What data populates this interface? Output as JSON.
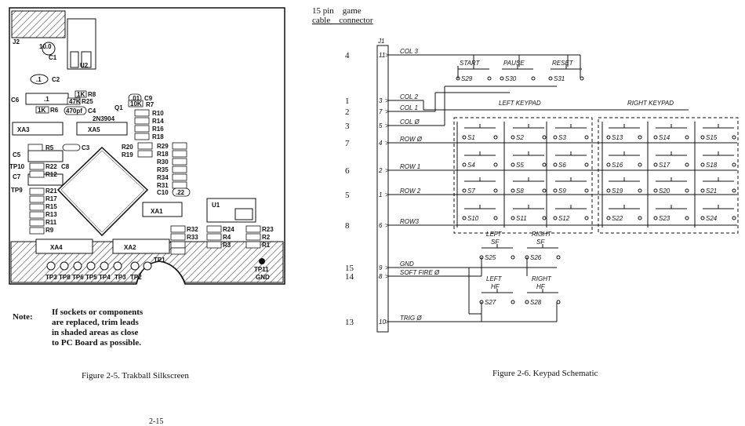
{
  "figure_left": {
    "caption": "Figure 2-5.  Trakball Silkscreen",
    "note_label": "Note:",
    "note_text": "If sockets or components\nare replaced, trim leads\nin shaded areas as close\nto PC Board as possible.",
    "page_number": "2-15",
    "silk": {
      "j2": "J2",
      "c1_val": "10.0",
      "c1": "C1",
      "c2_val": ".1",
      "c2": "C2",
      "c6": "C6",
      "r8_val": "1K",
      "r8": "R8",
      "r6_val": "1K",
      "r6": "R6",
      "r25_val": "47K",
      "r25": "R25",
      "c4_val": "470pf",
      "c4": "C4",
      "c9_val": ".01",
      "c9": "C9",
      "r7": "R7",
      "r7_val": "10K",
      "q1": "Q1",
      "q1_part": "2N3904",
      "c6_val": ".1",
      "r10": "R10",
      "r14": "R14",
      "r16": "R16",
      "r18": "R18",
      "xa3": "XA3",
      "xa5": "XA5",
      "xa1": "XA1",
      "xa4": "XA4",
      "xa2": "XA2",
      "u1": "U1",
      "u2": "U2",
      "r5": "R5",
      "c3": "C3",
      "c5": "C5",
      "c8": "C8",
      "c7": "C7",
      "c10": "C10",
      "c10_val": ".22",
      "r22": "R22",
      "r12": "R12",
      "r21": "R21",
      "r17": "R17",
      "r15": "R15",
      "r13": "R13",
      "r11": "R11",
      "r9": "R9",
      "r20": "R20",
      "r19": "R19",
      "r30": "R30",
      "r35": "R35",
      "r34": "R34",
      "r31": "R31",
      "r32": "R32",
      "r33": "R33",
      "r29": "R29",
      "r24": "R24",
      "r23": "R23",
      "r4": "R4",
      "r3": "R3",
      "r1": "R1",
      "r2": "R2",
      "tp10": "TP10",
      "tp9": "TP9",
      "tp1": "TP1",
      "tp11": "TP11",
      "gnd": "GND",
      "tp_row": [
        "TP3",
        "TP8",
        "TP6",
        "TP5",
        "TP4",
        "TP3",
        "TP2"
      ]
    }
  },
  "figure_right": {
    "caption": "Figure 2-6.  Keypad Schematic",
    "header_line1": "15 pin    game",
    "header_line2": "cable    connector",
    "connector": "J1",
    "pin_numbers": [
      "4",
      "1",
      "2",
      "3",
      "7",
      "6",
      "5",
      "8",
      "15",
      "14",
      "13"
    ],
    "connector_pins": [
      "11",
      "3",
      "7",
      "5",
      "4",
      "2",
      "1",
      "6",
      "9",
      "8",
      "10"
    ],
    "signals": [
      "COL 3",
      "COL 2",
      "COL 1",
      "COL Ø",
      "ROW Ø",
      "ROW 1",
      "ROW 2",
      "ROW3",
      "GND",
      "SOFT FIRE Ø",
      "TRIG Ø"
    ],
    "top_buttons": [
      "START",
      "PAUSE",
      "RESET"
    ],
    "top_switches": [
      "S29",
      "S30",
      "S31"
    ],
    "left_keypad_label": "LEFT KEYPAD",
    "right_keypad_label": "RIGHT KEYPAD",
    "left_keypad": [
      [
        "S1",
        "S2",
        "S3"
      ],
      [
        "S4",
        "S5",
        "S6"
      ],
      [
        "S7",
        "S8",
        "S9"
      ],
      [
        "S10",
        "S11",
        "S12"
      ]
    ],
    "right_keypad": [
      [
        "S13",
        "S14",
        "S15"
      ],
      [
        "S16",
        "S17",
        "S18"
      ],
      [
        "S19",
        "S20",
        "S21"
      ],
      [
        "S22",
        "S23",
        "S24"
      ]
    ],
    "sf_labels": [
      "LEFT\nSF",
      "RIGHT\nSF"
    ],
    "sf_switches": [
      "S25",
      "S26"
    ],
    "hf_labels": [
      "LEFT\nHF",
      "RIGHT\nHF"
    ],
    "hf_switches": [
      "S27",
      "S28"
    ]
  }
}
